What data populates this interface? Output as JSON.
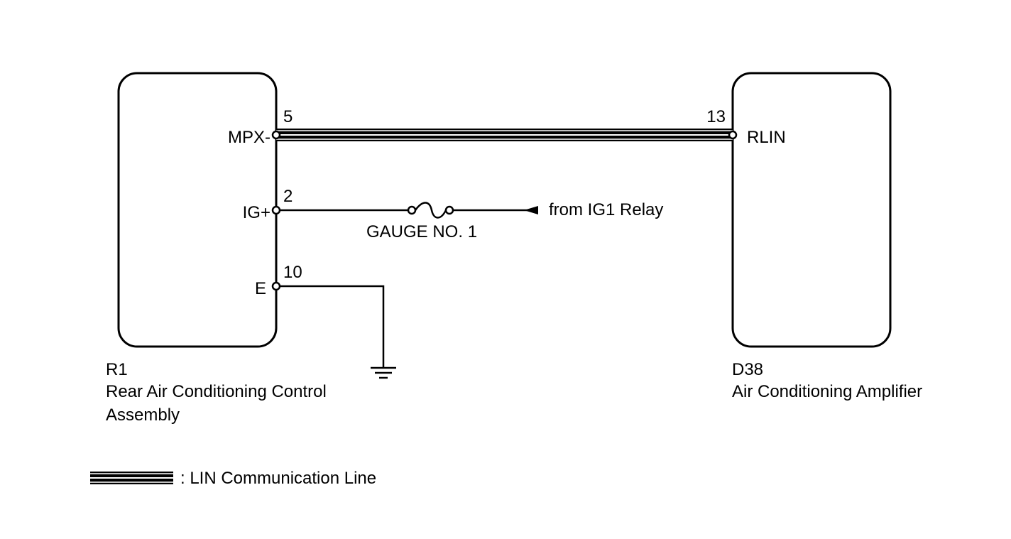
{
  "components": {
    "left": {
      "code": "R1",
      "name_line1": "Rear Air Conditioning Control",
      "name_line2": "Assembly"
    },
    "right": {
      "code": "D38",
      "name_line1": "Air Conditioning Amplifier"
    }
  },
  "terminals": {
    "mpx": {
      "pin": "5",
      "label": "MPX-"
    },
    "ig": {
      "pin": "2",
      "label": "IG+"
    },
    "e": {
      "pin": "10",
      "label": "E"
    },
    "rlin": {
      "pin": "13",
      "label": "RLIN"
    }
  },
  "fuse": {
    "label": "GAUGE NO. 1"
  },
  "source": {
    "label": "from IG1 Relay"
  },
  "legend": {
    "label": ": LIN Communication Line"
  }
}
